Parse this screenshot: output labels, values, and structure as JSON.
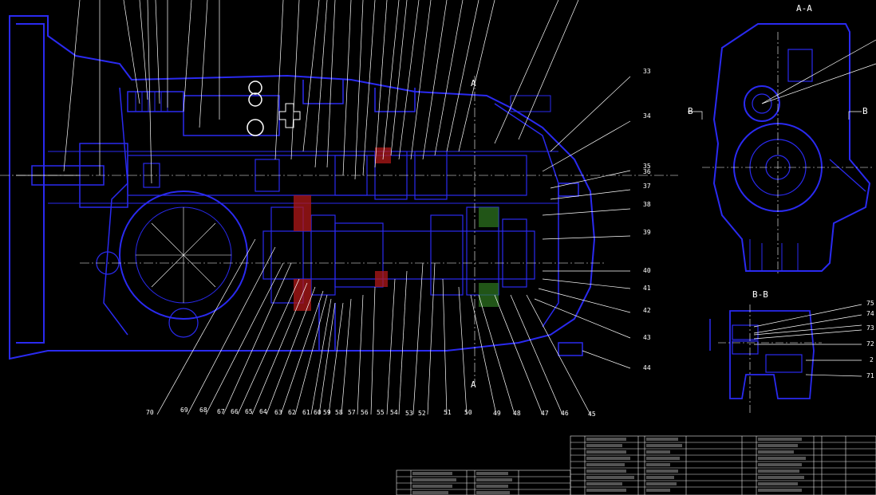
{
  "sections": {
    "aa_top": "A-A",
    "bb": "B-B",
    "cut_b_left": "B",
    "cut_b_right": "B",
    "cut_a_top": "A",
    "cut_a_bottom": "A"
  },
  "right_callouts": [
    "33",
    "34",
    "35",
    "36",
    "37",
    "38",
    "39",
    "40",
    "41",
    "42",
    "43",
    "44"
  ],
  "bottom_callouts": [
    "70",
    "69",
    "68",
    "67",
    "66",
    "65",
    "64",
    "63",
    "62",
    "61",
    "60",
    "59",
    "58",
    "57",
    "56",
    "55",
    "54",
    "53",
    "52",
    "51",
    "50",
    "49",
    "48",
    "47",
    "46",
    "45"
  ],
  "bb_callouts": [
    "75",
    "74",
    "73",
    "72",
    "2",
    "71"
  ],
  "colors": {
    "outline": "#2a2af0",
    "leader": "#ffffff",
    "hatch": "#b01818",
    "background": "#000000"
  }
}
